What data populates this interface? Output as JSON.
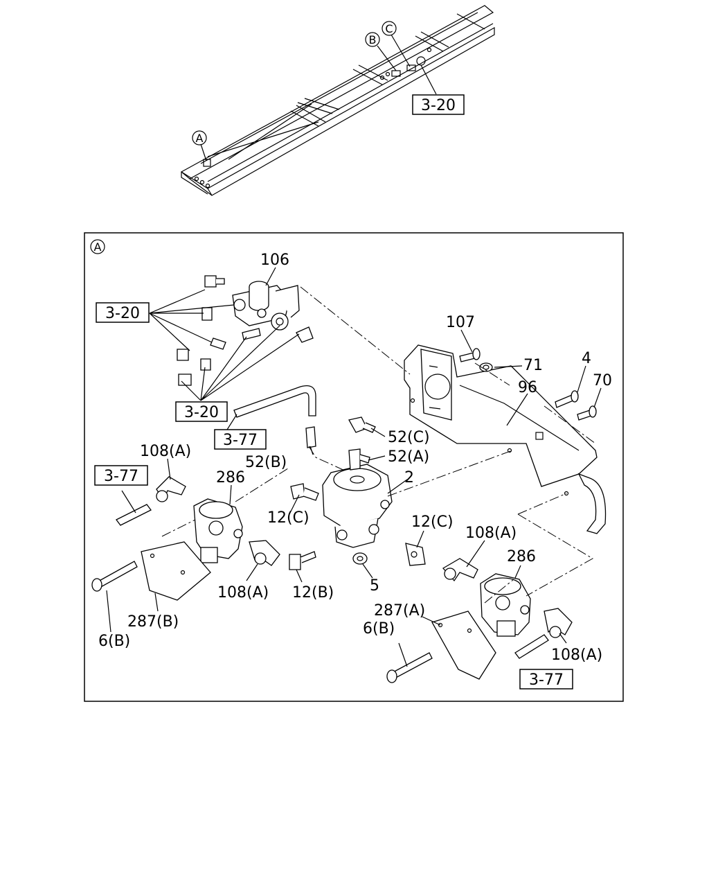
{
  "callouts": {
    "top_a": "A",
    "top_b": "B",
    "top_c": "C",
    "panel_a": "A"
  },
  "refs": {
    "r320_top": "3-20",
    "r320_left": "3-20",
    "r320_mid": "3-20",
    "r377_hose": "3-77",
    "r377_left": "3-77",
    "r377_right": "3-77"
  },
  "parts": {
    "p106": "106",
    "p107": "107",
    "p71": "71",
    "p4": "4",
    "p70": "70",
    "p96": "96",
    "p52c": "52(C)",
    "p52b": "52(B)",
    "p52a": "52(A)",
    "p108a_top": "108(A)",
    "p286_left": "286",
    "p2": "2",
    "p12c_left": "12(C)",
    "p12c_right": "12(C)",
    "p108a_right_top": "108(A)",
    "p286_right": "286",
    "p108a_mid": "108(A)",
    "p12b": "12(B)",
    "p5": "5",
    "p287b": "287(B)",
    "p6b_left": "6(B)",
    "p287a": "287(A)",
    "p6b_right": "6(B)",
    "p108a_right_bottom": "108(A)"
  }
}
